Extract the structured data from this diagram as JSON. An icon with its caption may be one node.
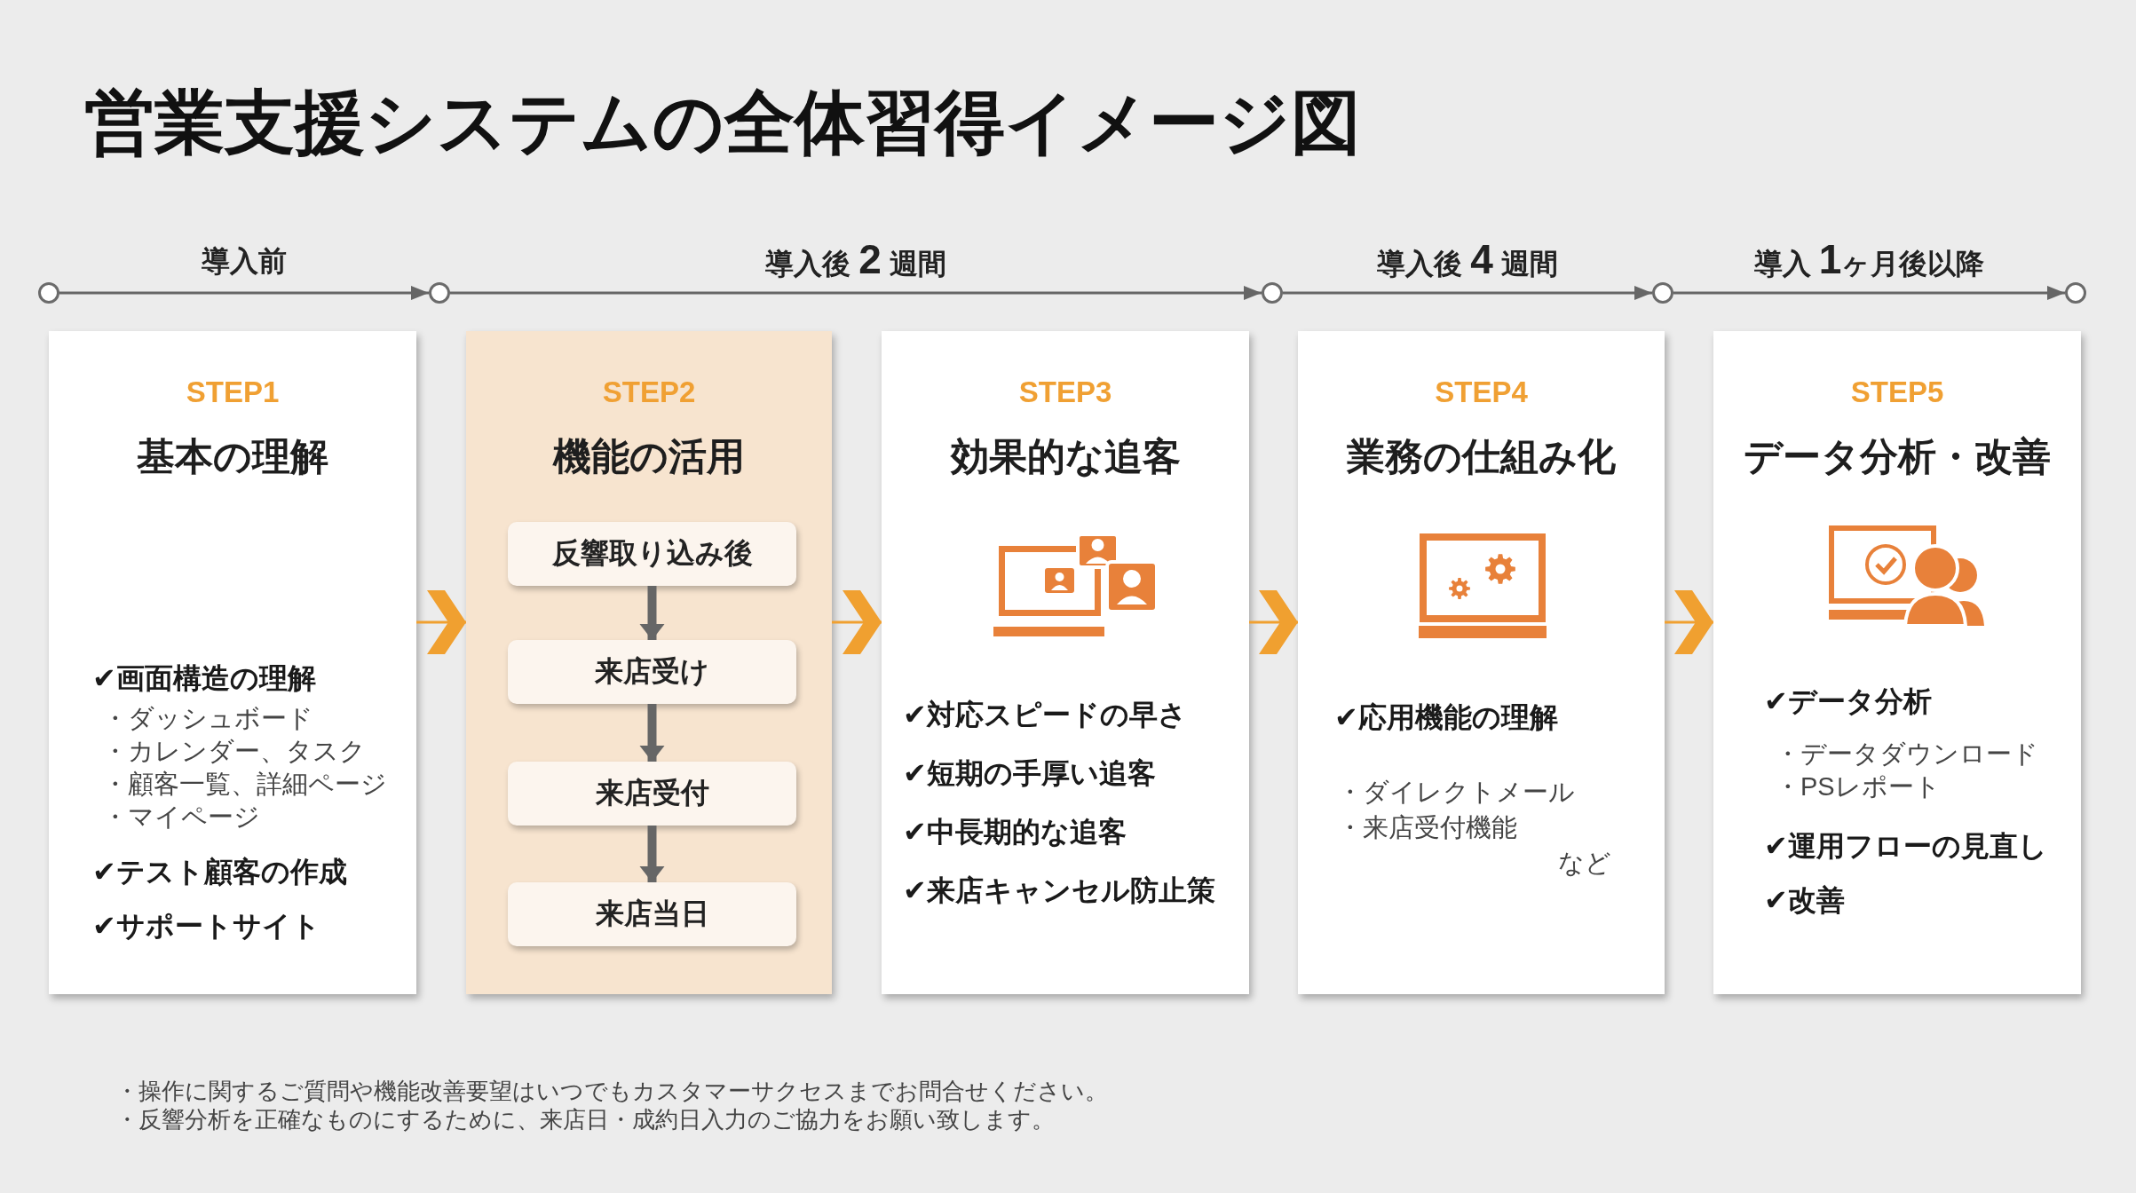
{
  "diagram": {
    "title": "営業支援システムの全体習得イメージ図",
    "nodes": [
      {
        "text": [],
        "shape": "circle"
      },
      {
        "text": [],
        "shape": "circle"
      },
      {
        "text": [],
        "shape": "circle"
      },
      {
        "text": [],
        "shape": "circle"
      },
      {
        "text": [],
        "shape": "circle"
      },
      {
        "text": [
          "STEP1",
          "基本の理解",
          "✔画面構造の理解",
          "・ダッシュボード",
          "・カレンダー、タスク",
          "・顧客一覧、詳細ページ",
          "・マイページ",
          "✔テスト顧客の作成",
          "✔サポートサイト"
        ]
      },
      {
        "text": [
          "STEP2",
          "機能の活用"
        ]
      },
      {
        "text": [
          "反響取り込み後"
        ],
        "in": 6
      },
      {
        "text": [
          "来店受け"
        ],
        "in": 6
      },
      {
        "text": [
          "来店受付"
        ],
        "in": 6
      },
      {
        "text": [
          "来店当日"
        ],
        "in": 6
      },
      {
        "text": [
          "STEP3",
          "効果的な追客",
          "✔対応スピードの早さ",
          "✔短期の手厚い追客",
          "✔中長期的な追客",
          "✔来店キャンセル防止策"
        ]
      },
      {
        "text": [
          "STEP4",
          "業務の仕組み化",
          "✔応用機能の理解",
          "・ダイレクトメール",
          "・来店受付機能",
          "など"
        ]
      },
      {
        "text": [
          "STEP5",
          "データ分析・改善",
          "✔データ分析",
          "・データダウンロード",
          "・PSレポート",
          "✔運用フローの見直し",
          "✔改善"
        ]
      }
    ],
    "edges": [
      {
        "from": 0,
        "to": 1,
        "arrow": "to",
        "label": "導入前"
      },
      {
        "from": 1,
        "to": 2,
        "arrow": "to",
        "label": "導入後 **2** 週間"
      },
      {
        "from": 2,
        "to": 3,
        "arrow": "to",
        "label": "導入後 **4** 週間"
      },
      {
        "from": 3,
        "to": 4,
        "arrow": "to",
        "label": "導入 **1**ヶ月後以降"
      },
      {
        "from": 5,
        "to": 6,
        "arrow": "to",
        "color": "#f0a030"
      },
      {
        "from": 6,
        "to": 11,
        "arrow": "to",
        "color": "#f0a030"
      },
      {
        "from": 11,
        "to": 12,
        "arrow": "to",
        "color": "#f0a030"
      },
      {
        "from": 12,
        "to": 13,
        "arrow": "to",
        "color": "#f0a030"
      },
      {
        "from": 7,
        "to": 8,
        "arrow": "to",
        "style": "thick"
      },
      {
        "from": 8,
        "to": 9,
        "arrow": "to",
        "style": "thick"
      },
      {
        "from": 9,
        "to": 10,
        "arrow": "to",
        "style": "thick"
      }
    ],
    "labels": [
      "・操作に関するご質問や機能改善要望はいつでもカスタマーサクセスまでお問合せください。",
      "・反響分析を正確なものにするために、来店日・成約日入力のご協力をお願い致します。"
    ]
  }
}
